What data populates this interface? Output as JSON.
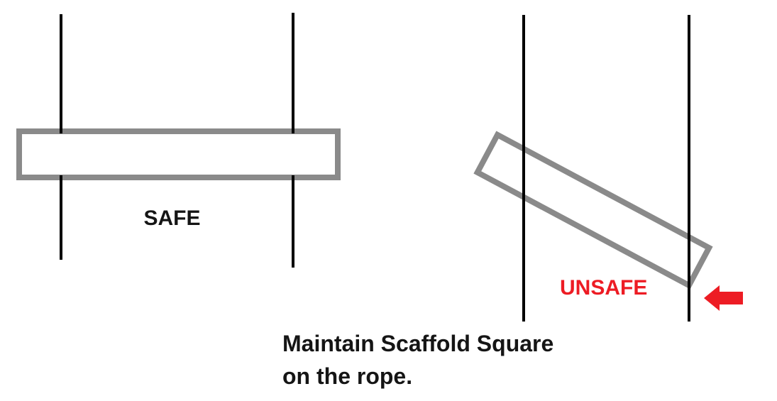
{
  "colors": {
    "background": "#ffffff",
    "rope": "#000000",
    "scaffold_outline": "#8a8a8a",
    "scaffold_fill": "#ffffff",
    "label_text": "#151515",
    "unsafe_red": "#ed1c24"
  },
  "safe_panel": {
    "label": "SAFE"
  },
  "unsafe_panel": {
    "label": "UNSAFE",
    "arrow_icon": "left-block-arrow-icon"
  },
  "caption": {
    "line1": "Maintain Scaffold Square",
    "line2": "on the rope."
  }
}
